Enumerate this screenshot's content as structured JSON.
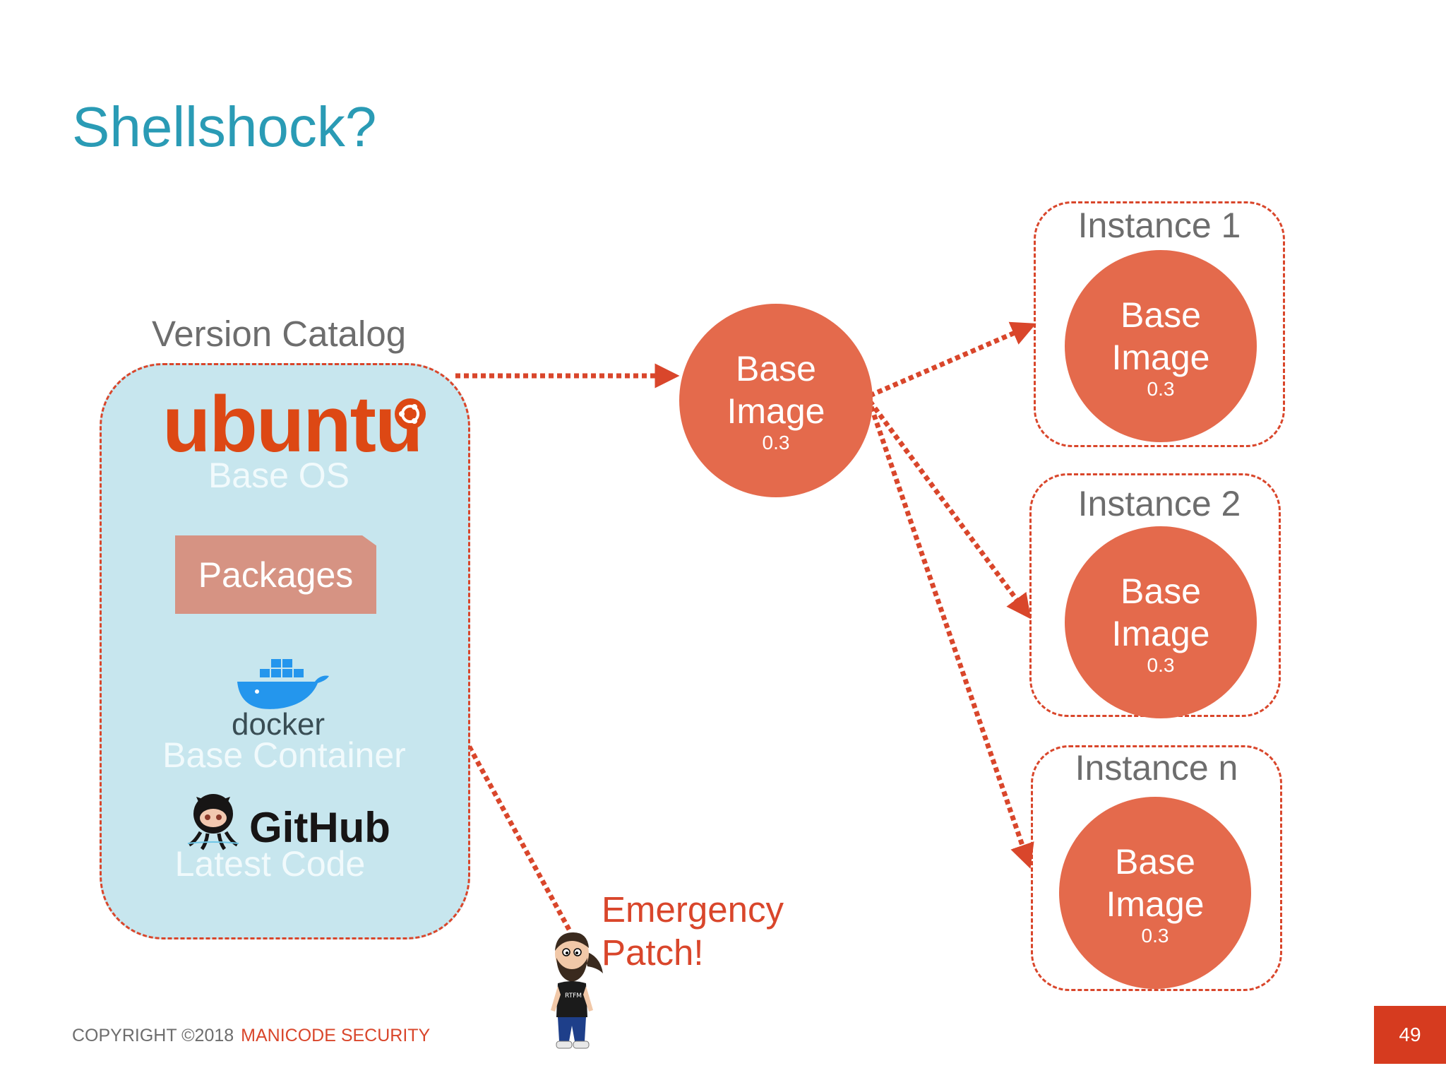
{
  "slide": {
    "title": "Shellshock?",
    "page_number": "49"
  },
  "catalog": {
    "label": "Version Catalog",
    "ubuntu_logo_text": "ubuntu",
    "base_os": "Base OS",
    "packages": "Packages",
    "docker_logo_text": "docker",
    "base_container": "Base Container",
    "github_logo_text": "GitHub",
    "latest_code": "Latest Code"
  },
  "central_image": {
    "label_line1": "Base",
    "label_line2": "Image",
    "version": "0.3"
  },
  "instances": [
    {
      "label": "Instance 1",
      "image_line1": "Base",
      "image_line2": "Image",
      "version": "0.3"
    },
    {
      "label": "Instance 2",
      "image_line1": "Base",
      "image_line2": "Image",
      "version": "0.3"
    },
    {
      "label": "Instance n",
      "image_line1": "Base",
      "image_line2": "Image",
      "version": "0.3"
    }
  ],
  "emergency": {
    "line1": "Emergency",
    "line2": "Patch!",
    "shirt_text": "RTFM"
  },
  "footer": {
    "copyright": "COPYRIGHT ©2018",
    "organization": "MANICODE SECURITY"
  },
  "colors": {
    "title": "#2a9bb5",
    "accent": "#d9462b",
    "circle_fill": "#e46a4c",
    "catalog_fill": "#c7e6ee",
    "packages_fill": "#d69383",
    "page_box": "#d63b1f"
  },
  "icons": [
    "ubuntu-logo-icon",
    "docker-whale-icon",
    "github-octocat-icon",
    "bearded-man-avatar-icon"
  ]
}
